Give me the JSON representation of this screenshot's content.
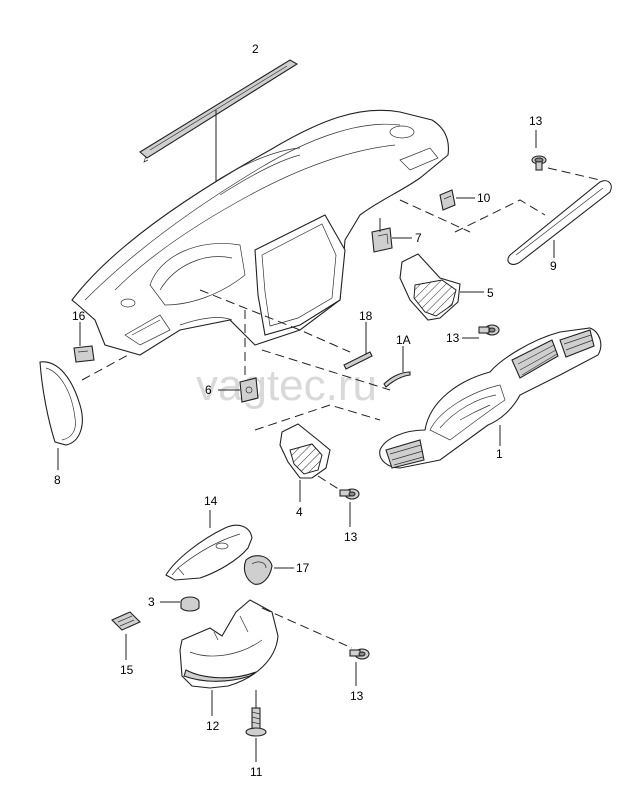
{
  "watermark": "vagtec.ru",
  "callouts": [
    {
      "id": "c2",
      "text": "2"
    },
    {
      "id": "c13a",
      "text": "13"
    },
    {
      "id": "c10",
      "text": "10"
    },
    {
      "id": "c7",
      "text": "7"
    },
    {
      "id": "c9",
      "text": "9"
    },
    {
      "id": "c5",
      "text": "5"
    },
    {
      "id": "c13b",
      "text": "13"
    },
    {
      "id": "c16",
      "text": "16"
    },
    {
      "id": "c18",
      "text": "18"
    },
    {
      "id": "c1A",
      "text": "1A"
    },
    {
      "id": "c6",
      "text": "6"
    },
    {
      "id": "c1",
      "text": "1"
    },
    {
      "id": "c8",
      "text": "8"
    },
    {
      "id": "c4",
      "text": "4"
    },
    {
      "id": "c13c",
      "text": "13"
    },
    {
      "id": "c14",
      "text": "14"
    },
    {
      "id": "c17",
      "text": "17"
    },
    {
      "id": "c3",
      "text": "3"
    },
    {
      "id": "c15",
      "text": "15"
    },
    {
      "id": "c13d",
      "text": "13"
    },
    {
      "id": "c12",
      "text": "12"
    },
    {
      "id": "c11",
      "text": "11"
    }
  ]
}
